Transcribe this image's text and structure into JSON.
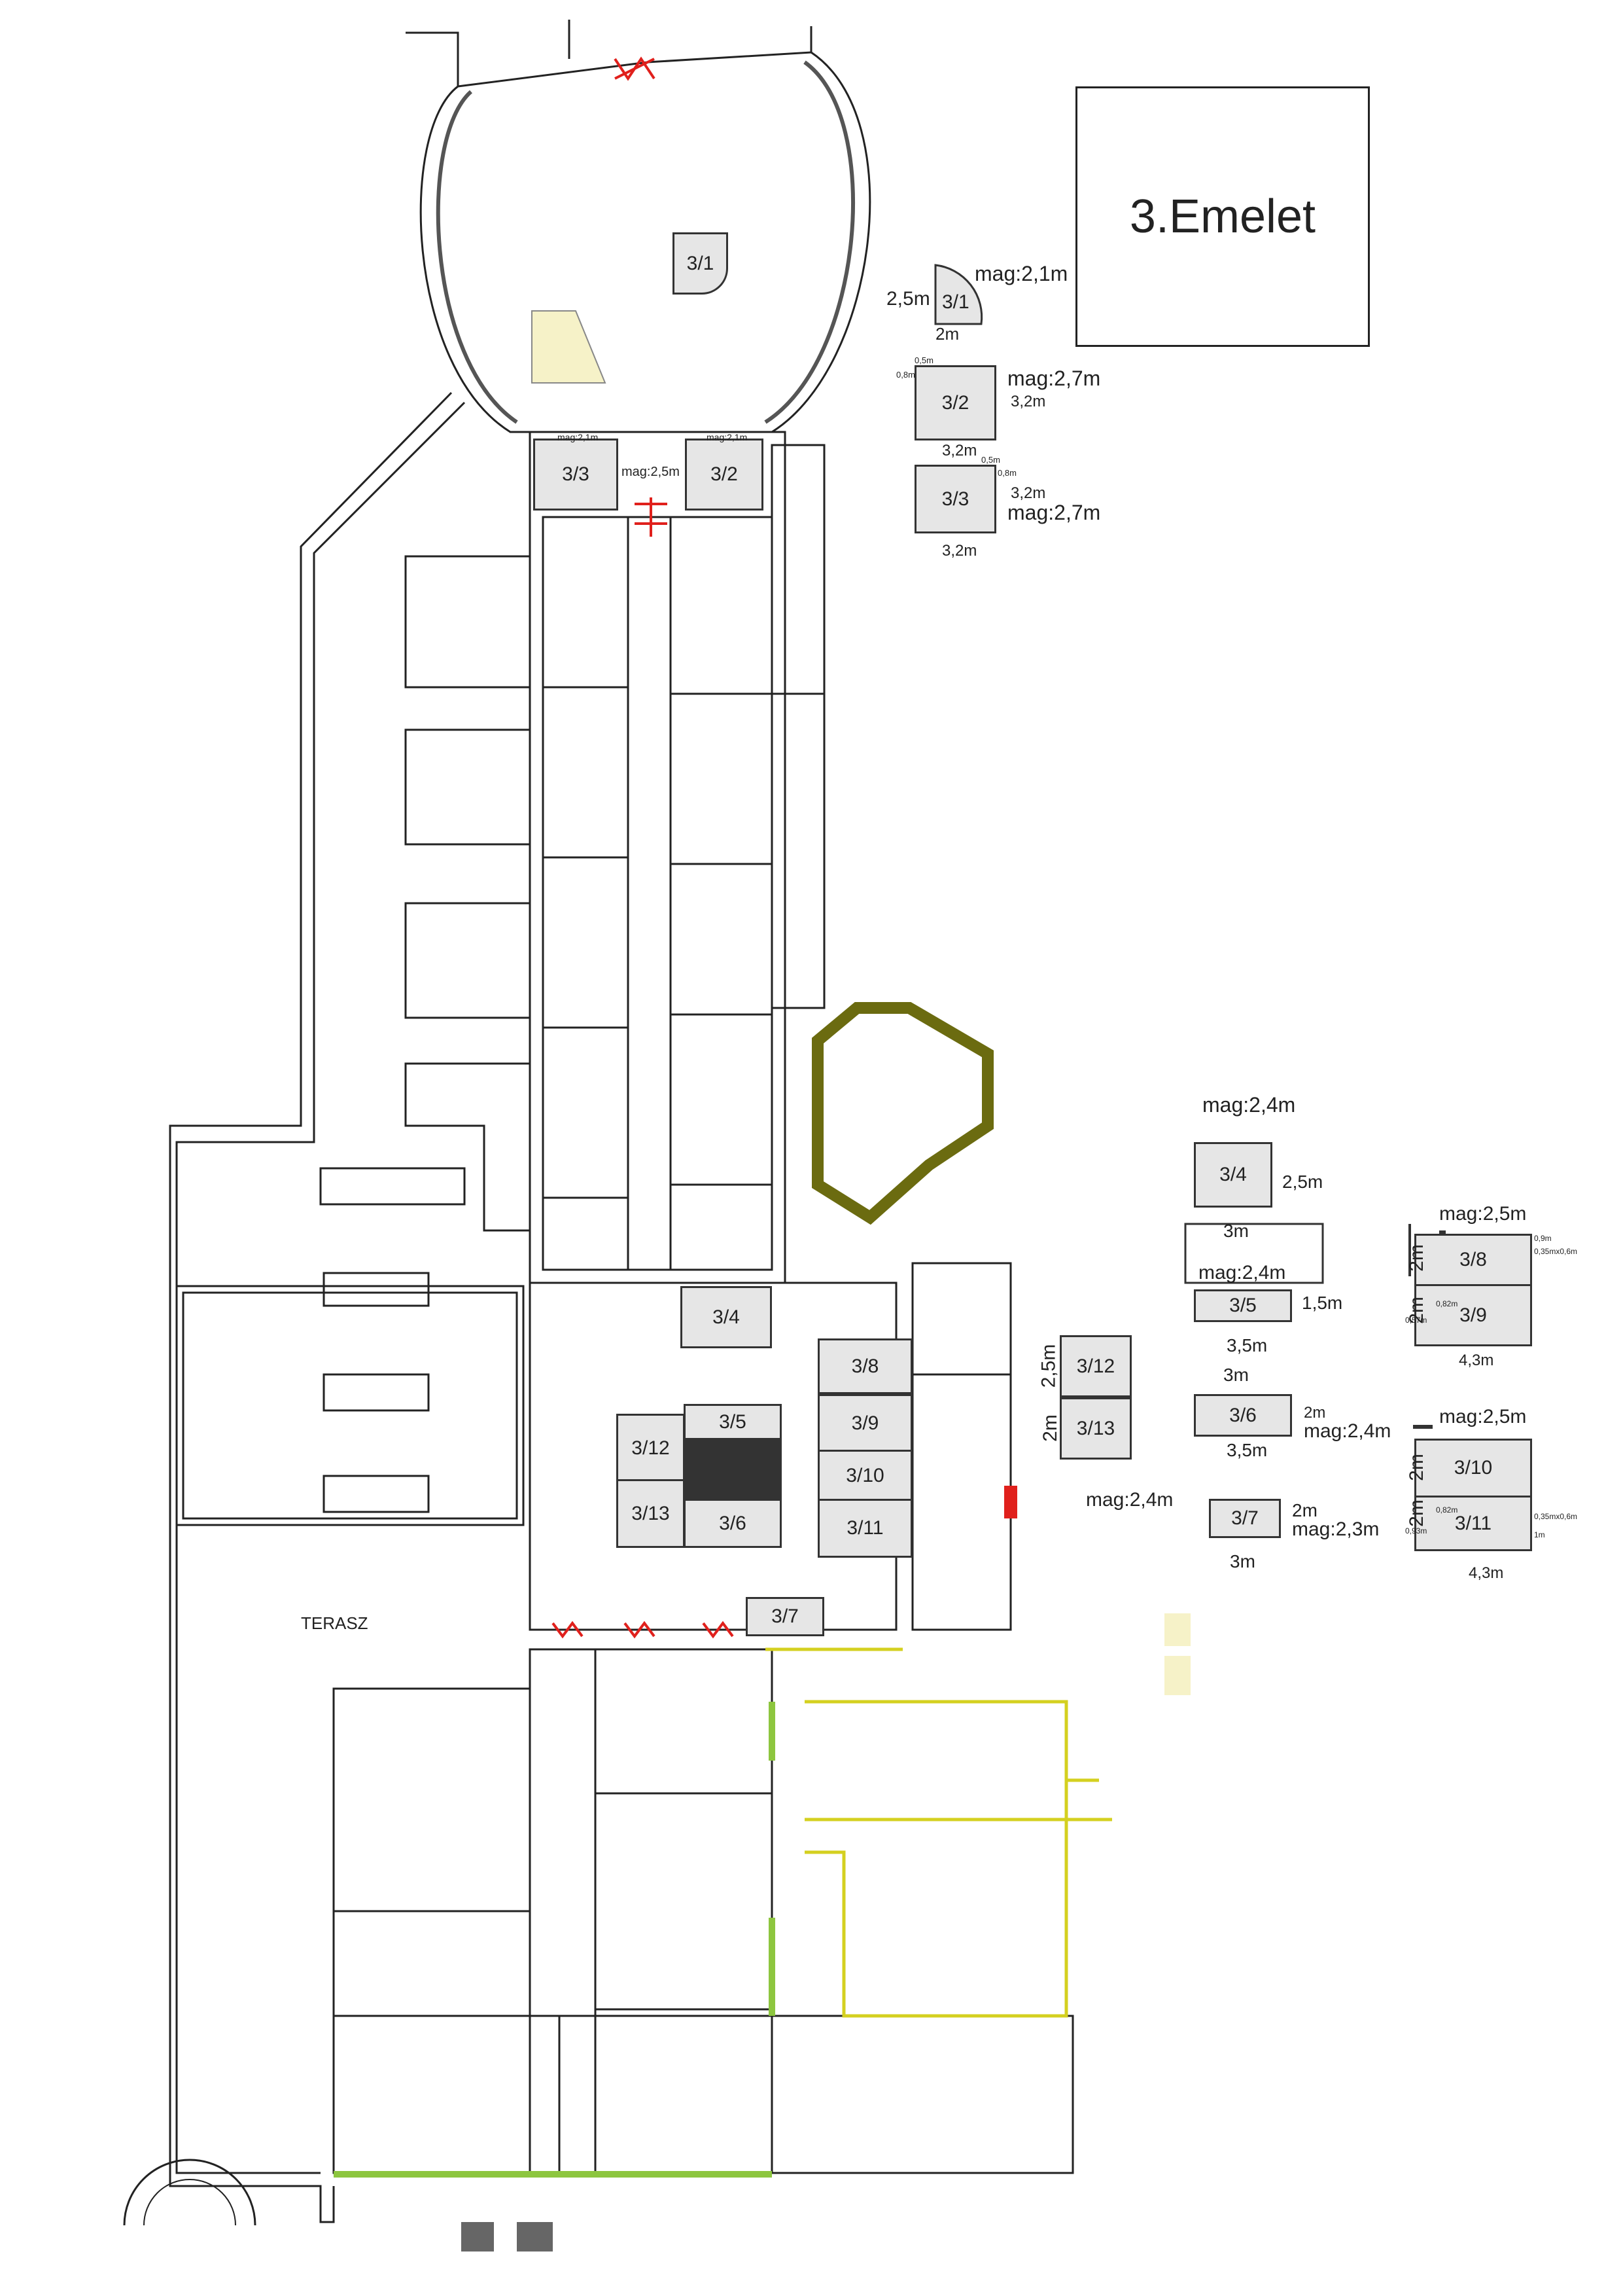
{
  "title": "3.Emelet",
  "terrace_label": "TERASZ",
  "rooms_on_plan": {
    "r31": "3/1",
    "r32": "3/2",
    "r33": "3/3",
    "r34": "3/4",
    "r35": "3/5",
    "r36": "3/6",
    "r37": "3/7",
    "r38": "3/8",
    "r39": "3/9",
    "r310": "3/10",
    "r311": "3/11",
    "r312": "3/12",
    "r313": "3/13",
    "r312b": "3/12",
    "r313b": "3/13"
  },
  "plan_annotations": {
    "mag21_a": "mag:2,1m",
    "mag21_b": "mag:2,1m",
    "mag25": "mag:2,5m",
    "dim25": "2,5m",
    "dim2": "2m"
  },
  "legend": {
    "l31": {
      "name": "3/1",
      "height": "mag:2,1m",
      "w": "2m",
      "h": "2,5m"
    },
    "l32": {
      "name": "3/2",
      "height": "mag:2,7m",
      "w": "3,2m",
      "h": "3,2m",
      "small1": "0,5m",
      "small2": "0,8m"
    },
    "l33": {
      "name": "3/3",
      "height": "mag:2,7m",
      "w": "3,2m",
      "h": "3,2m",
      "small1": "0,5m",
      "small2": "0,8m"
    },
    "l34": {
      "name": "3/4",
      "height": "mag:2,4m",
      "w": "3m",
      "h": "2,5m"
    },
    "l35": {
      "name": "3/5",
      "height": "mag:2,4m",
      "w": "3,5m",
      "h": "1,5m"
    },
    "l36": {
      "name": "3/6",
      "height": "mag:2,4m",
      "w": "3,5m",
      "h": "2m",
      "top": "3m"
    },
    "l37": {
      "name": "3/7",
      "height": "mag:2,3m",
      "w": "3m",
      "h": "2m"
    },
    "l89": {
      "n1": "3/8",
      "n2": "3/9",
      "height": "mag:2,5m",
      "w": "4,3m",
      "h1": "2m",
      "h2": "2m",
      "s1": "0,9m",
      "s2": "0,35mx0,6m",
      "s3": "0,82m",
      "s4": "0,57m"
    },
    "l1011": {
      "n1": "3/10",
      "n2": "3/11",
      "height": "mag:2,5m",
      "w": "4,3m",
      "h1": "2m",
      "h2": "2m",
      "s1": "0,82m",
      "s2": "0,35mx0,6m",
      "s3": "0,93m",
      "s4": "1m"
    }
  },
  "colors": {
    "wall": "#222222",
    "room_fill": "#e6e6e6",
    "dark": "#333333",
    "exit": "#e0201c",
    "olive": "#6b6b10",
    "yellow": "#d4d020",
    "green": "#8dc63f",
    "cream": "#f6f2c8"
  }
}
